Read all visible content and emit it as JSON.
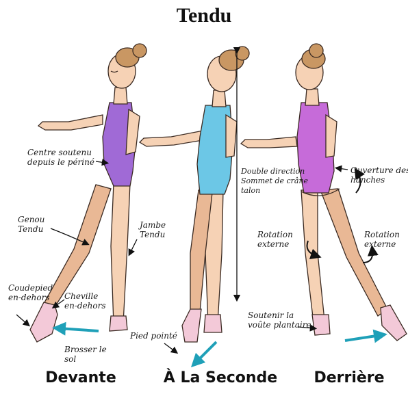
{
  "title": "Tendu",
  "figures": [
    {
      "caption": "Devante",
      "annotations": {
        "centre": "Centre soutenu\ndepuis le périné",
        "genou": "Genou\nTendu",
        "jambe": "Jambe\nTendu",
        "coudepied": "Coudepied\nen-dehors",
        "cheville": "Cheville\nen-dehors",
        "brosser": "Brosser le\nsol"
      }
    },
    {
      "caption": "À La Seconde",
      "annotations": {
        "double": "Double direction\nSommet de crâne\ntalon",
        "pied": "Pied pointé"
      }
    },
    {
      "caption": "Derrière",
      "annotations": {
        "ouverture": "Ouverture des\nhanches",
        "rot_left": "Rotation\nexterne",
        "rot_right": "Rotation\nexterne",
        "soutenir": "Soutenir la\nvoûte plantaire"
      }
    }
  ],
  "colors": {
    "skin": "#f6d2b5",
    "skin_shade": "#e9b895",
    "hair": "#c99763",
    "leotard_devante": "#a06ad6",
    "leotard_seconde": "#6cc7e6",
    "leotard_derriere": "#c66bd9",
    "shoe": "#f3c9d8",
    "arrow": "#1fa0b8",
    "ink": "#111111"
  }
}
